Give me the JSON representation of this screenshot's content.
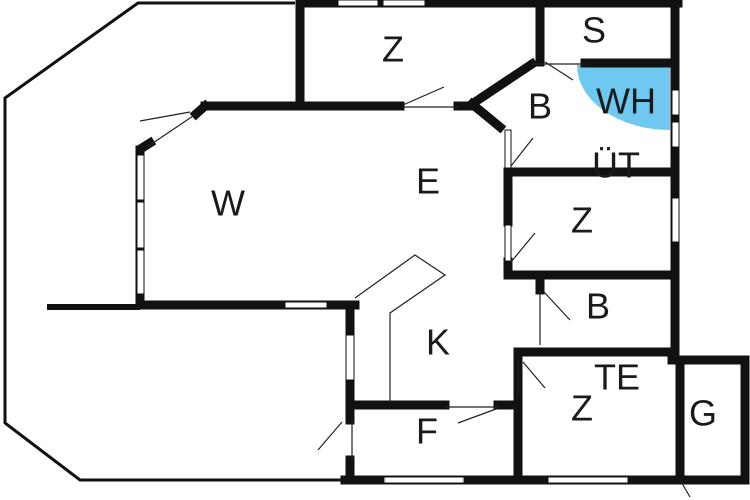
{
  "plan": {
    "highlight_color": "#6EC8F0",
    "wall_color": "#111111",
    "rooms": {
      "z_top": "Z",
      "s": "S",
      "b_upper": "B",
      "wh": "WH",
      "ut": "ÜT",
      "e": "E",
      "w": "W",
      "z_mid": "Z",
      "b_lower": "B",
      "k": "K",
      "te": "TE",
      "z_bottom": "Z",
      "g": "G",
      "f": "F"
    }
  }
}
